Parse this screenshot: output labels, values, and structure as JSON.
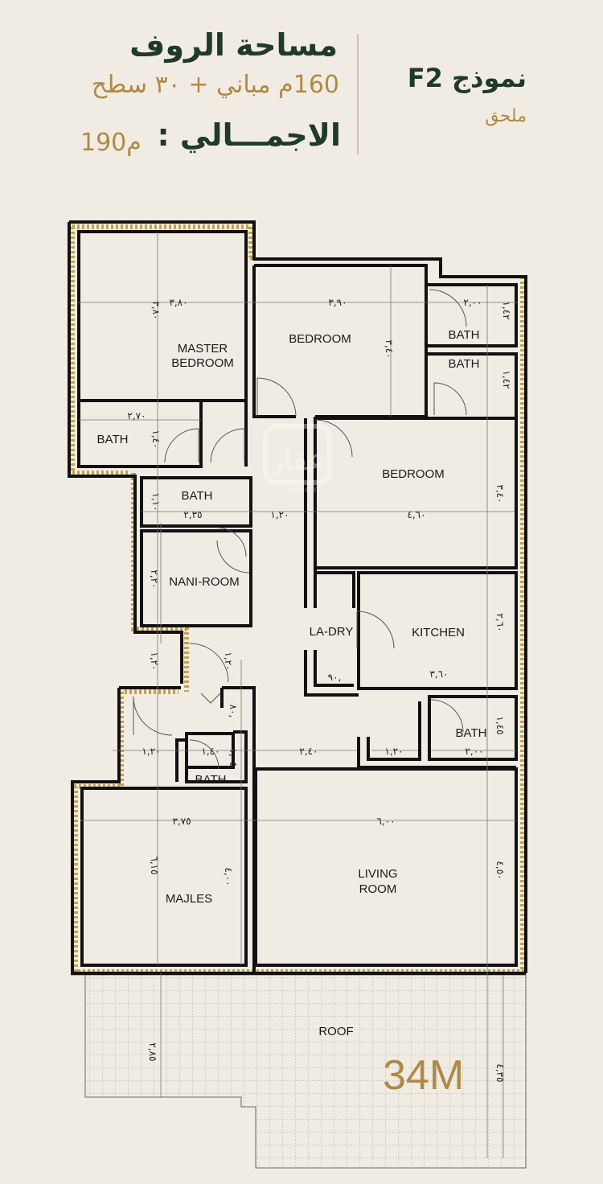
{
  "header": {
    "roof_area_title": "مساحة الروف",
    "area_breakdown": "160م مباني + ٣٠ سطح",
    "total_label": "الاجمـــالي :",
    "total_value": "190م",
    "model_title": "نموذج F2",
    "model_subtitle": "ملحق"
  },
  "watermark": {
    "text": "عقار",
    "subtext": "sa.aqar.fm"
  },
  "rooms": {
    "master_bedroom_line1": "MASTER",
    "master_bedroom_line2": "BEDROOM",
    "bedroom_top": "BEDROOM",
    "bath_top_1": "BATH",
    "bath_top_2": "BATH",
    "bath_master": "BATH",
    "bedroom_mid": "BEDROOM",
    "bath_nani": "BATH",
    "nani_room": "NANI-ROOM",
    "laundry": "LA-DRY",
    "kitchen": "KITCHEN",
    "bath_kitchen": "BATH",
    "bath_small": "BATH",
    "majles": "MAJLES",
    "living_room_line1": "LIVING",
    "living_room_line2": "ROOM",
    "roof": "ROOF"
  },
  "roof_area_badge": "34M",
  "dimensions": {
    "d_master_w": "٣,٨٠",
    "d_master_h": "٣,٨٠",
    "d_bed_top_w": "٣,٩٠",
    "d_bed_top_h": "٣,٤٠",
    "d_bath_top_w": "٢,٠٠",
    "d_bath_top_h1": "١,٤٢",
    "d_bath_top_h2": "١,٤٢",
    "d_bath_master_w": "٢,٧٠",
    "d_bath_master_h": "١,٤٠",
    "d_nani_bath_h": "١,١٠",
    "d_nani_bath_w": "٢,٣٥",
    "d_corridor_w": "١,٢٠",
    "d_bed_mid_w": "٤,٦٠",
    "d_bed_mid_h": "٣,٤٠",
    "d_nani_h": "٢,٢٠",
    "d_kitchen_h": "٢,٦٠",
    "d_kitchen_w": "٣,٦٠",
    "d_laundry_w": ",٩٠",
    "d_hall_h1": "١,٢٠",
    "d_hall_h2": "١,٢٠",
    "d_small_h": ",٨٠",
    "d_bath_k_h": "١,٤٥",
    "d_entry_w": "١,٢٠",
    "d_sbath_w": "١,٤٠",
    "d_sbath_h": "١,٠٥",
    "d_hall_w": "٢,٤٠",
    "d_hall_w2": "١,٢٠",
    "d_bath_k_w": "٢,٠٠",
    "d_majles_w": "٣,٧٥",
    "d_living_w": "٦,٠٠",
    "d_majles_h": "٦,١٥",
    "d_majles_h2": "٤,٠٠",
    "d_living_h": "٤,٥٠",
    "d_roof_h": "٢,٨٥",
    "d_roof_h2": "٤,٣٥"
  }
}
